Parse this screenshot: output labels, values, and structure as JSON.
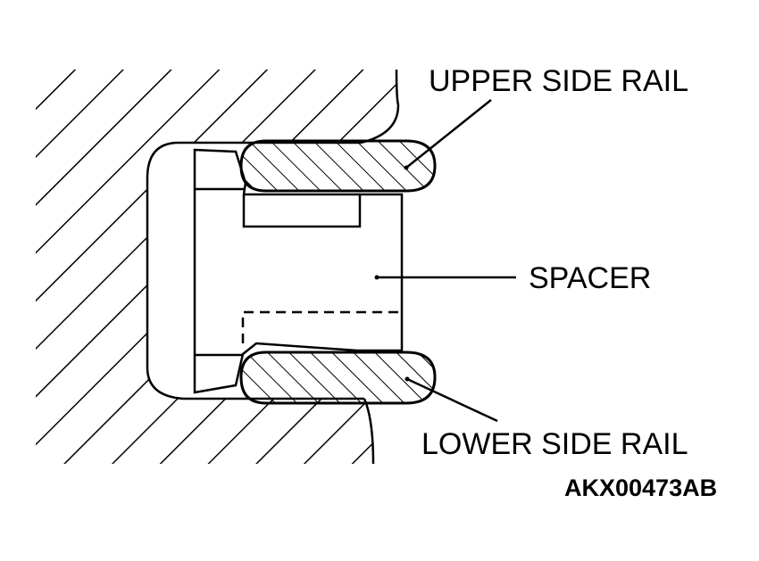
{
  "labels": {
    "upper_side_rail": "UPPER SIDE RAIL",
    "spacer": "SPACER",
    "lower_side_rail": "LOWER SIDE RAIL",
    "figure_code": "AKX00473AB"
  },
  "colors": {
    "line": "#000000",
    "background": "#ffffff"
  }
}
